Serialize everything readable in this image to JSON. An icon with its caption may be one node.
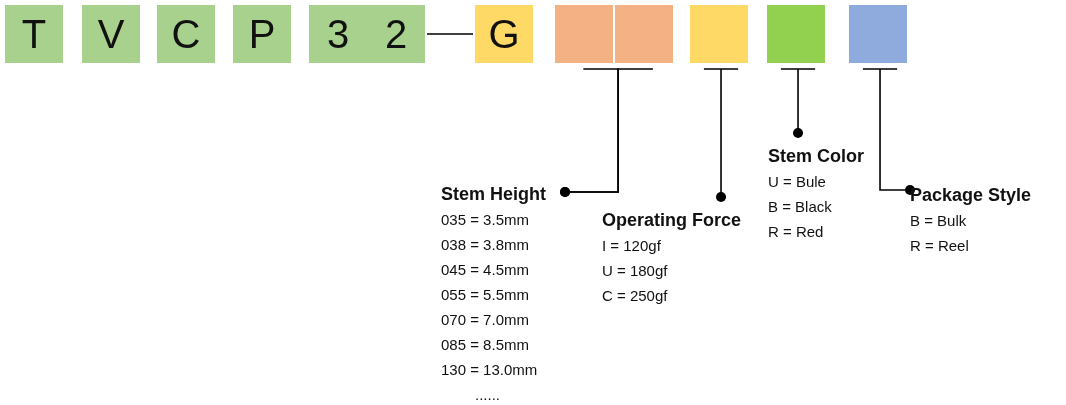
{
  "diagram": {
    "nodes": [
      {
        "text": [
          "T"
        ]
      },
      {
        "text": [
          "V"
        ]
      },
      {
        "text": [
          "C"
        ]
      },
      {
        "text": [
          "P"
        ]
      },
      {
        "text": [
          "3"
        ]
      },
      {
        "text": [
          "2"
        ]
      },
      {
        "text": [
          "G"
        ]
      },
      {
        "text": [],
        "shape": "box"
      },
      {
        "text": [],
        "shape": "box"
      },
      {
        "text": [],
        "shape": "box"
      },
      {
        "text": [],
        "shape": "box"
      },
      {
        "text": [],
        "shape": "box"
      },
      {
        "text": [
          "Stem Height",
          "035 = 3.5mm",
          "038 = 3.8mm",
          "045 = 4.5mm",
          "055 = 5.5mm",
          "070 = 7.0mm",
          "085 = 8.5mm",
          "130 = 13.0mm",
          "......"
        ]
      },
      {
        "text": [
          "Operating Force",
          "I = 120gf",
          "U = 180gf",
          "C = 250gf"
        ]
      },
      {
        "text": [
          "Stem Color",
          "U = Bule",
          "B = Black",
          "R = Red"
        ]
      },
      {
        "text": [
          "Package Style",
          "B = Bulk",
          "R = Reel"
        ]
      }
    ],
    "edges": [
      {
        "from": 5,
        "to": 6,
        "arrow": "none"
      },
      {
        "from": 12,
        "to": 7,
        "arrow": "other"
      },
      {
        "from": 12,
        "to": 8,
        "arrow": "other"
      },
      {
        "from": 13,
        "to": 9,
        "arrow": "other"
      },
      {
        "from": 14,
        "to": 10,
        "arrow": "other"
      },
      {
        "from": 15,
        "to": 11,
        "arrow": "other"
      }
    ]
  }
}
